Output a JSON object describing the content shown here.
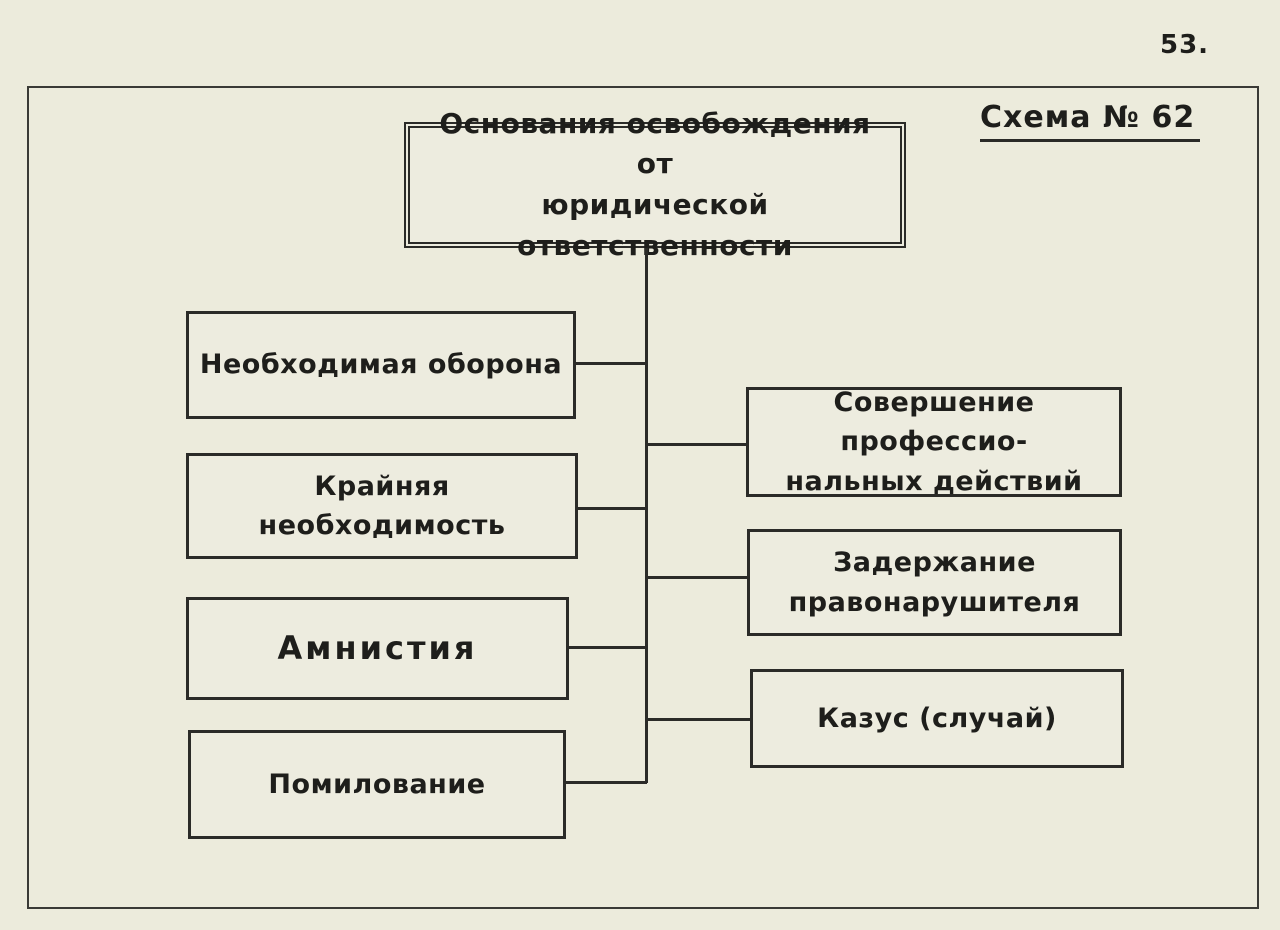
{
  "page_number": "53.",
  "scheme_title": "Схема № 62",
  "root": {
    "label_line1": "Основания освобождения от",
    "label_line2": "юридической ответственности"
  },
  "left_items": [
    {
      "label": "Необходимая оборона"
    },
    {
      "label": "Крайняя необходимость"
    },
    {
      "label": "Амнистия"
    },
    {
      "label": "Помилование"
    }
  ],
  "right_items": [
    {
      "label_line1": "Совершение профессио-",
      "label_line2": "нальных действий"
    },
    {
      "label_line1": "Задержание",
      "label_line2": "правонарушителя"
    },
    {
      "label_line1": "Казус (случай)",
      "label_line2": ""
    }
  ]
}
